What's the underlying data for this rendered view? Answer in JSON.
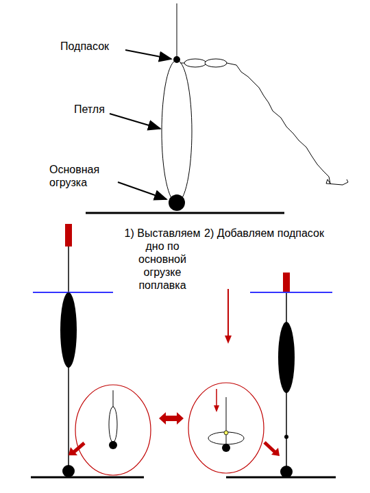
{
  "diagram": {
    "labels": [
      "Подпасок",
      "Петля",
      "Основная огрузка",
      "1) Выставляем дно по основной огрузке поплавка",
      "2) Добавляем подпасок"
    ]
  }
}
